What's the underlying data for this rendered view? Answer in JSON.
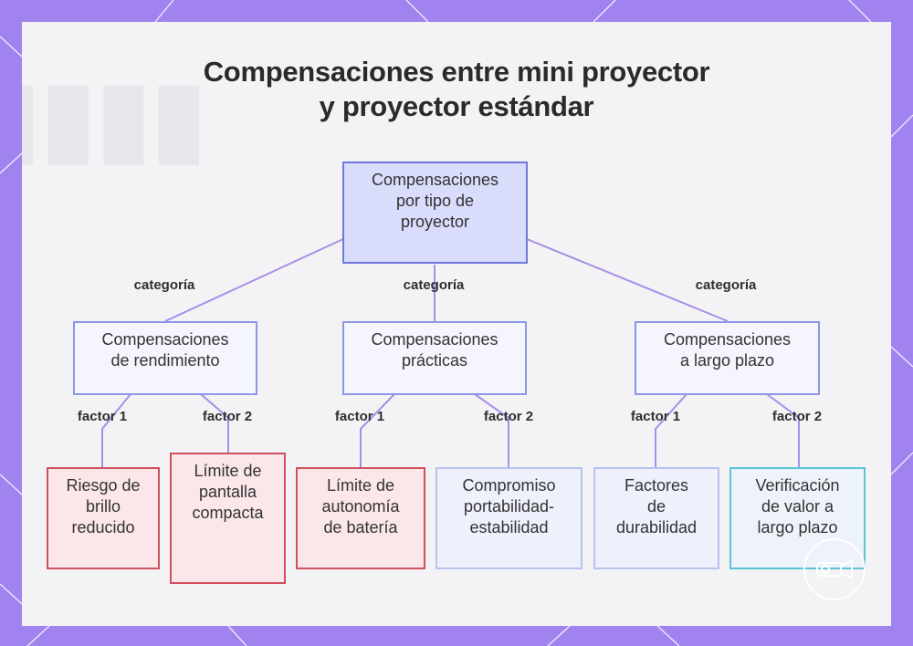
{
  "title": {
    "line1": "Compensaciones entre mini proyector",
    "line2": "y proyector estándar"
  },
  "root": {
    "lines": [
      "Compensaciones",
      "por tipo de",
      "proyector"
    ]
  },
  "edge_labels": {
    "category": "categoría",
    "factor1": "factor 1",
    "factor2": "factor 2"
  },
  "categories": [
    {
      "lines": [
        "Compensaciones",
        "de rendimiento"
      ]
    },
    {
      "lines": [
        "Compensaciones",
        "prácticas"
      ]
    },
    {
      "lines": [
        "Compensaciones",
        "a largo plazo"
      ]
    }
  ],
  "leaves": [
    {
      "lines": [
        "Riesgo de",
        "brillo",
        "reducido"
      ]
    },
    {
      "lines": [
        "Límite de",
        "pantalla",
        "compacta"
      ]
    },
    {
      "lines": [
        "Límite de",
        "autonomía",
        "de batería"
      ]
    },
    {
      "lines": [
        "Compromiso",
        "portabilidad-",
        "estabilidad"
      ]
    },
    {
      "lines": [
        "Factores",
        "de",
        "durabilidad"
      ]
    },
    {
      "lines": [
        "Verificación",
        "de valor a",
        "largo plazo"
      ]
    }
  ],
  "colors": {
    "frame": "#a183f0",
    "edge": "#a88ee8",
    "root_fill": "#d9dcfb",
    "leaf_red_border": "#d0505e",
    "leaf_cyan_border": "#59c4d8"
  },
  "icons": {
    "watermark": "projector-logo-icon"
  }
}
